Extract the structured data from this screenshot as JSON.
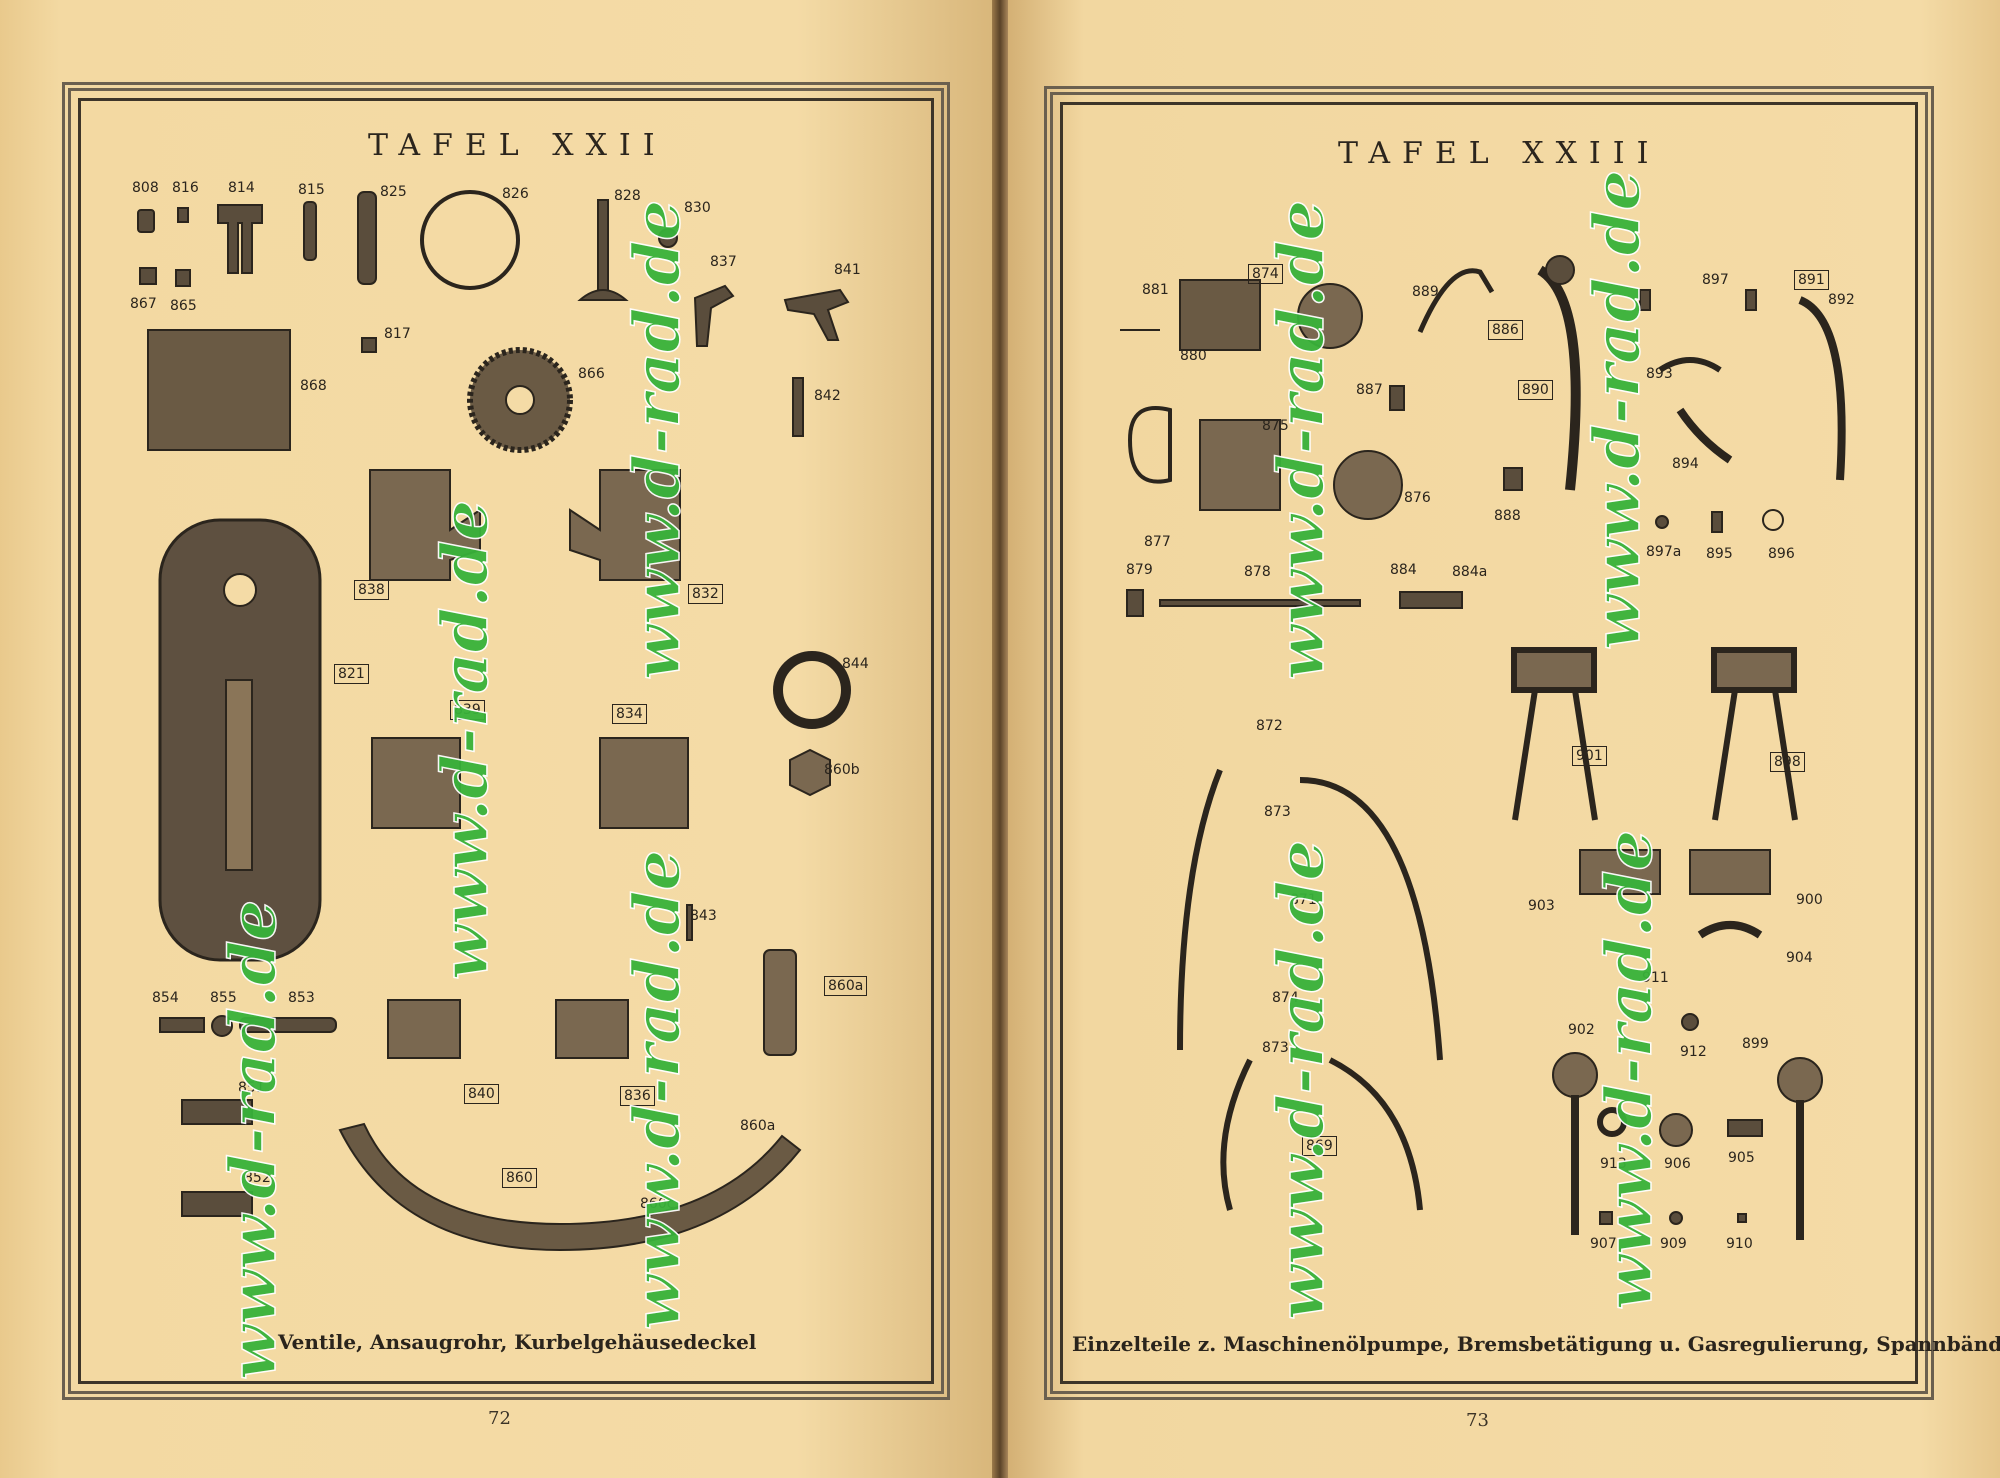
{
  "left_page": {
    "title": "TAFEL XXII",
    "caption": "Ventile, Ansaugrohr, Kurbelgehäusedeckel",
    "page_number": "72",
    "labels": [
      "808",
      "816",
      "814",
      "815",
      "825",
      "826",
      "828",
      "830",
      "867",
      "865",
      "837",
      "841",
      "817",
      "868",
      "866",
      "842",
      "838",
      "832",
      "821",
      "844",
      "839",
      "834",
      "860b",
      "843",
      "854",
      "855",
      "853",
      "840",
      "836",
      "860a",
      "851",
      "852",
      "860",
      "860c",
      "860a"
    ]
  },
  "right_page": {
    "title": "TAFEL XXIII",
    "caption": "Einzelteile z. Maschinenölpumpe, Bremsbetätigung u. Gasregulierung, Spannbände",
    "page_number": "73",
    "labels": [
      "881",
      "874",
      "880",
      "889",
      "886",
      "890",
      "897",
      "891",
      "892",
      "893",
      "887",
      "875",
      "894",
      "877",
      "876",
      "888",
      "897a",
      "895",
      "896",
      "879",
      "878",
      "884",
      "884a",
      "872",
      "873",
      "901",
      "898",
      "871",
      "903",
      "900",
      "904",
      "911",
      "912",
      "874",
      "899",
      "902",
      "873",
      "906",
      "905",
      "913",
      "869",
      "907",
      "909",
      "910"
    ]
  },
  "watermark": "www.d-rad.de",
  "colors": {
    "paper": "#f4dba6",
    "ink": "#2b251d",
    "watermark": "#38b23a"
  }
}
